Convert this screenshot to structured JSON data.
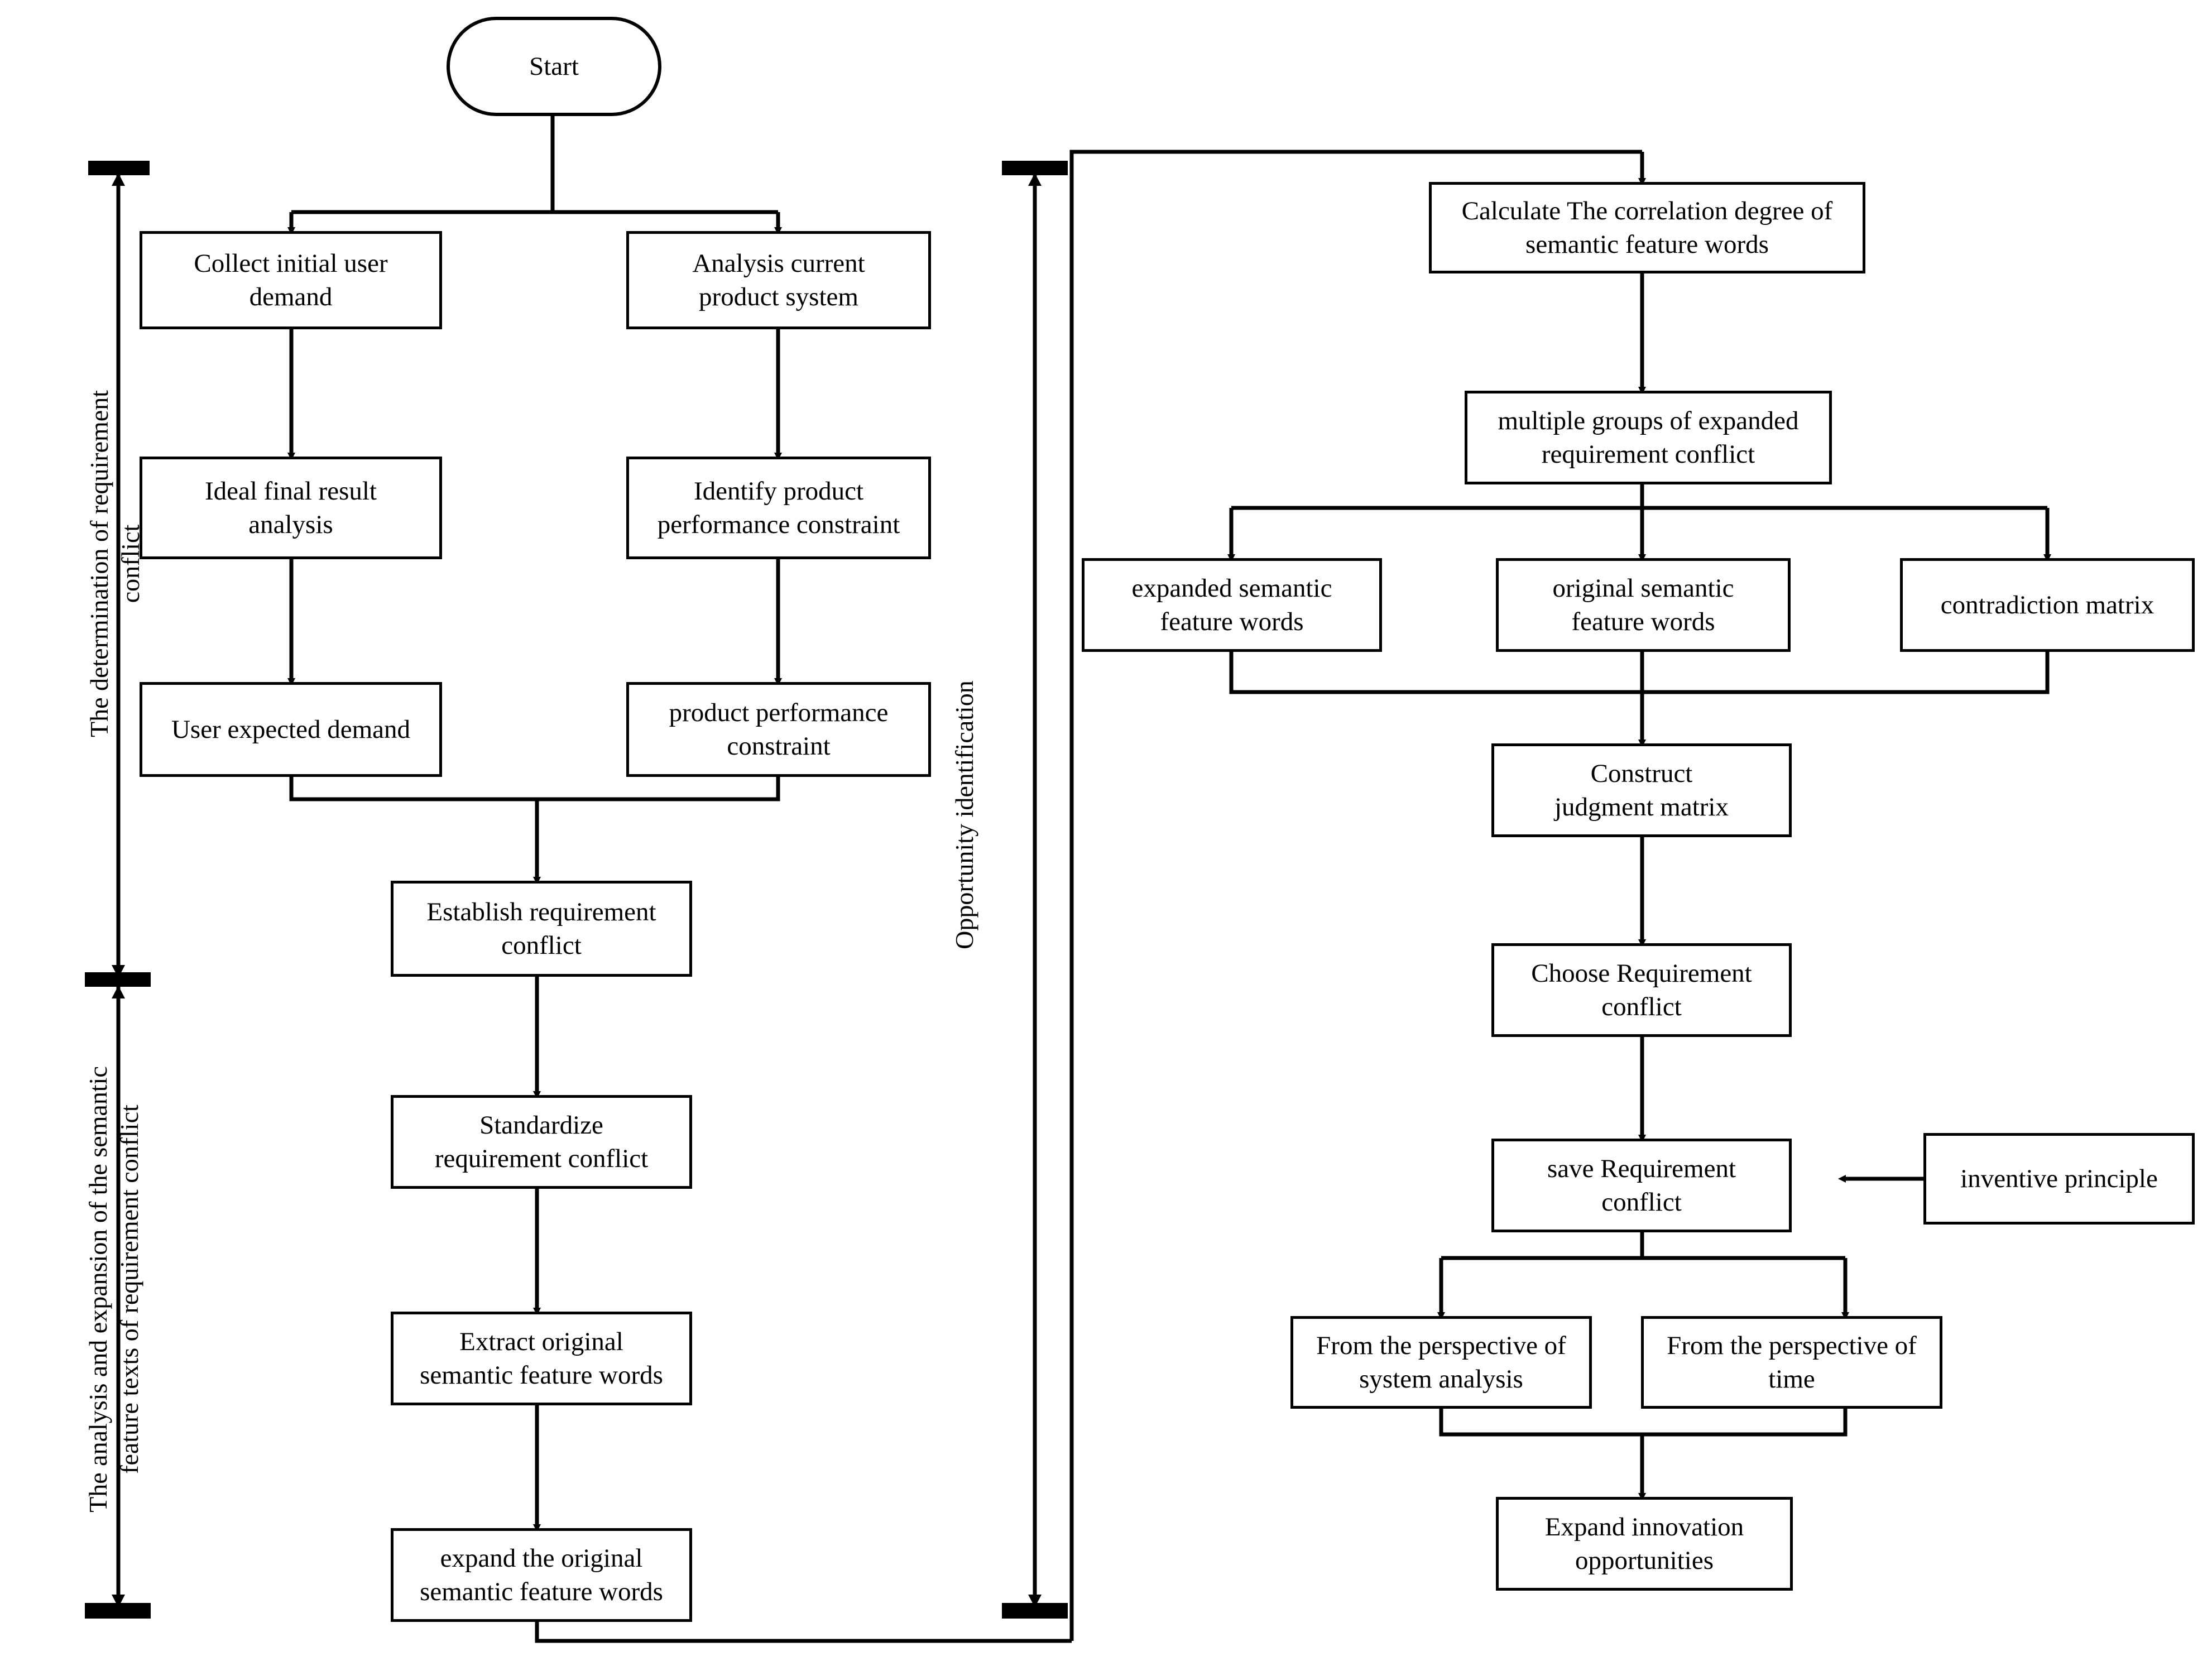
{
  "diagram": {
    "title": "Requirement conflict analysis and innovation opportunity identification flowchart",
    "stroke_color": "#000000",
    "background_color": "#ffffff"
  },
  "phase_labels": {
    "phase1": "The determination of requirement\nconflict",
    "phase2": "The analysis and expansion of the semantic\nfeature texts of requirement conflict",
    "phase3": "Opportunity identification"
  },
  "left_flow": {
    "start": "Start",
    "collect_initial_user_demand": "Collect initial user\ndemand",
    "analysis_current_product_system": "Analysis current\nproduct system",
    "ideal_final_result_analysis": "Ideal final result\nanalysis",
    "identify_product_performance_constraint": "Identify product\nperformance constraint",
    "user_expected_demand": "User expected demand",
    "product_performance_constraint": "product performance\nconstraint",
    "establish_requirement_conflict": "Establish requirement\nconflict",
    "standardize_requirement_conflict": "Standardize\nrequirement conflict",
    "extract_original_semantic_feature_words": "Extract original\nsemantic feature words",
    "expand_the_original_semantic_feature_words": "expand the original\nsemantic feature words"
  },
  "right_flow": {
    "calculate_correlation_degree": "Calculate The correlation degree of\nsemantic feature words",
    "multiple_groups_expanded_requirement_conflict": "multiple groups of expanded\nrequirement conflict",
    "expanded_semantic_feature_words": "expanded  semantic\nfeature words",
    "original_semantic_feature_words": "original semantic\nfeature words",
    "contradiction_matrix": "contradiction matrix",
    "construct_judgment_matrix": "Construct\njudgment matrix",
    "choose_requirement_conflict": "Choose Requirement\nconflict",
    "save_requirement_conflict": "save Requirement\nconflict",
    "inventive_principle": "inventive principle",
    "from_perspective_of_system_analysis": "From the perspective of\nsystem analysis",
    "from_perspective_of_time": "From the perspective of\ntime",
    "expand_innovation_opportunities": "Expand innovation\nopportunities"
  }
}
